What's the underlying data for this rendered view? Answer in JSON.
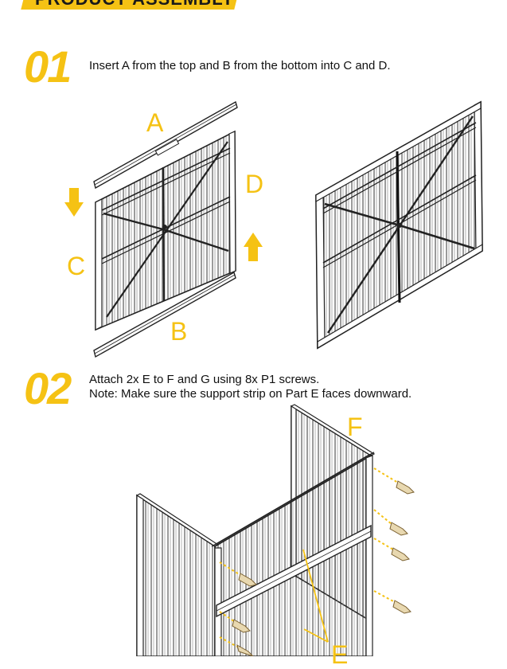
{
  "header": {
    "title": "PRODUCT ASSEMBLY"
  },
  "step1": {
    "number": "01",
    "instruction": "Insert A from the top and B from the bottom into C and D.",
    "labels": {
      "a": "A",
      "b": "B",
      "c": "C",
      "d": "D"
    }
  },
  "step2": {
    "number": "02",
    "instruction_line1": "Attach 2x E to F and G using 8x P1 screws.",
    "instruction_line2": "Note: Make sure the support strip on Part E faces downward.",
    "labels": {
      "f": "F",
      "e": "E"
    }
  },
  "colors": {
    "accent": "#f5c214",
    "line": "#222222"
  }
}
